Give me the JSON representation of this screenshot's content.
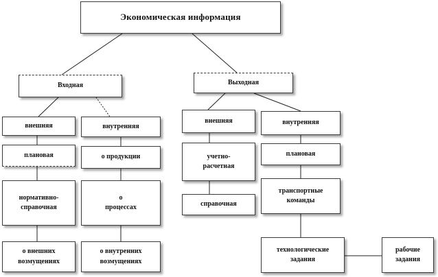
{
  "root": "Экономическая информация",
  "input": {
    "label": "Входная",
    "external": {
      "label": "внешняя",
      "items": [
        "плановая",
        "нормативно-\nсправочная",
        "о внешних\nвозмущениях"
      ]
    },
    "internal": {
      "label": "внутренняя",
      "items": [
        "о продукции",
        "о\nпроцессах",
        "о внутренних\nвозмущениях"
      ]
    }
  },
  "output": {
    "label": "Выходная",
    "external": {
      "label": "внешняя",
      "items": [
        "учетно-\nрасчетная",
        "справочная"
      ]
    },
    "internal": {
      "label": "внутренняя",
      "items": [
        "плановая",
        "транспортные\nкоманды",
        "технологические\nзадания",
        "рабочие\nзадания"
      ]
    }
  }
}
